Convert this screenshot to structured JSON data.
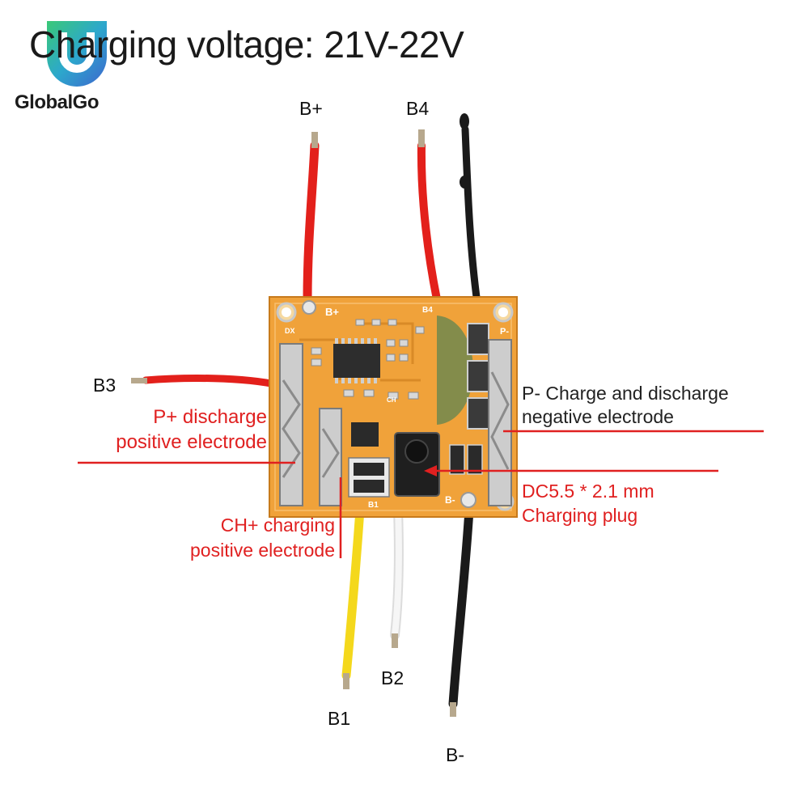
{
  "header": {
    "title": "Charging voltage: 21V-22V",
    "brand": "GlobalGo"
  },
  "wires": {
    "b_plus": "B+",
    "b4": "B4",
    "b3": "B3",
    "b2": "B2",
    "b1": "B1",
    "b_minus": "B-"
  },
  "annotations": {
    "p_plus_line1": "P+ discharge",
    "p_plus_line2": "positive electrode",
    "p_minus_line1": "P- Charge and discharge",
    "p_minus_line2": "negative electrode",
    "dc_line1": "DC5.5 * 2.1 mm",
    "dc_line2": "Charging plug",
    "ch_line1": "CH+ charging",
    "ch_line2": "positive electrode"
  },
  "pcb_silkscreen": {
    "bplus": "B+",
    "b4": "B4",
    "pminus": "P-",
    "b1": "B1",
    "bminus": "B-",
    "dx": "DX",
    "ch": "CH"
  },
  "colors": {
    "annotation_red": "#e02020",
    "pcb_orange": "#f0a23a",
    "wire_red": "#e3201b",
    "wire_black": "#1a1a1a",
    "wire_yellow": "#f4d81c",
    "wire_white": "#f2f2f2"
  }
}
